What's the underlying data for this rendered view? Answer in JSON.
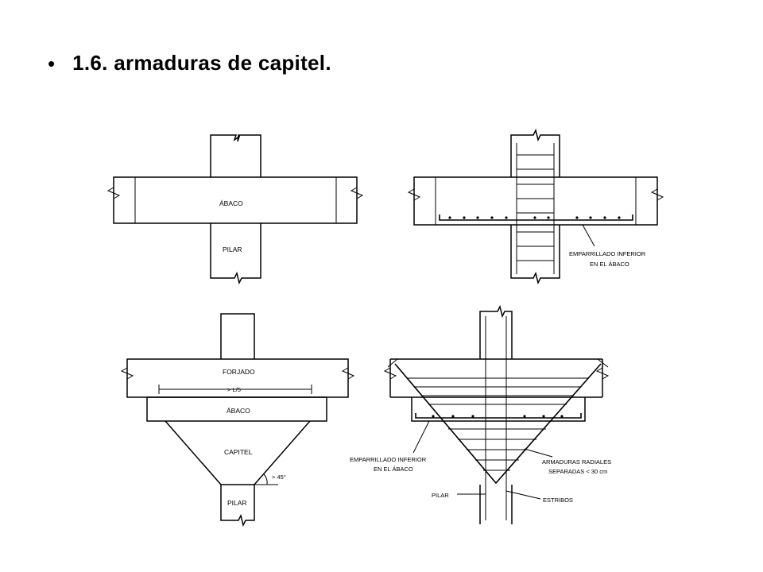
{
  "slide": {
    "bullet": "•",
    "title": "1.6. armaduras de capitel."
  },
  "diagrams": {
    "top_left": {
      "abaco_label": "ÁBACO",
      "pilar_label": "PILAR"
    },
    "top_right": {
      "note_line1": "EMPARRILLADO INFERIOR",
      "note_line2": "EN EL ÁBACO"
    },
    "bottom_left": {
      "forjado_label": "FORJADO",
      "dimension_label": "> L/5",
      "abaco_label": "ÁBACO",
      "capitel_label": "CAPITEL",
      "angle_label": "> 45°",
      "pilar_label": "PILAR"
    },
    "bottom_right": {
      "empar_line1": "EMPARRILLADO INFERIOR",
      "empar_line2": "EN EL ÁBACO",
      "radial_line1": "ARMADURAS RADIALES",
      "radial_line2": "SEPARADAS < 30 cm",
      "pilar_label": "PILAR",
      "estribos_label": "ESTRIBOS"
    }
  }
}
